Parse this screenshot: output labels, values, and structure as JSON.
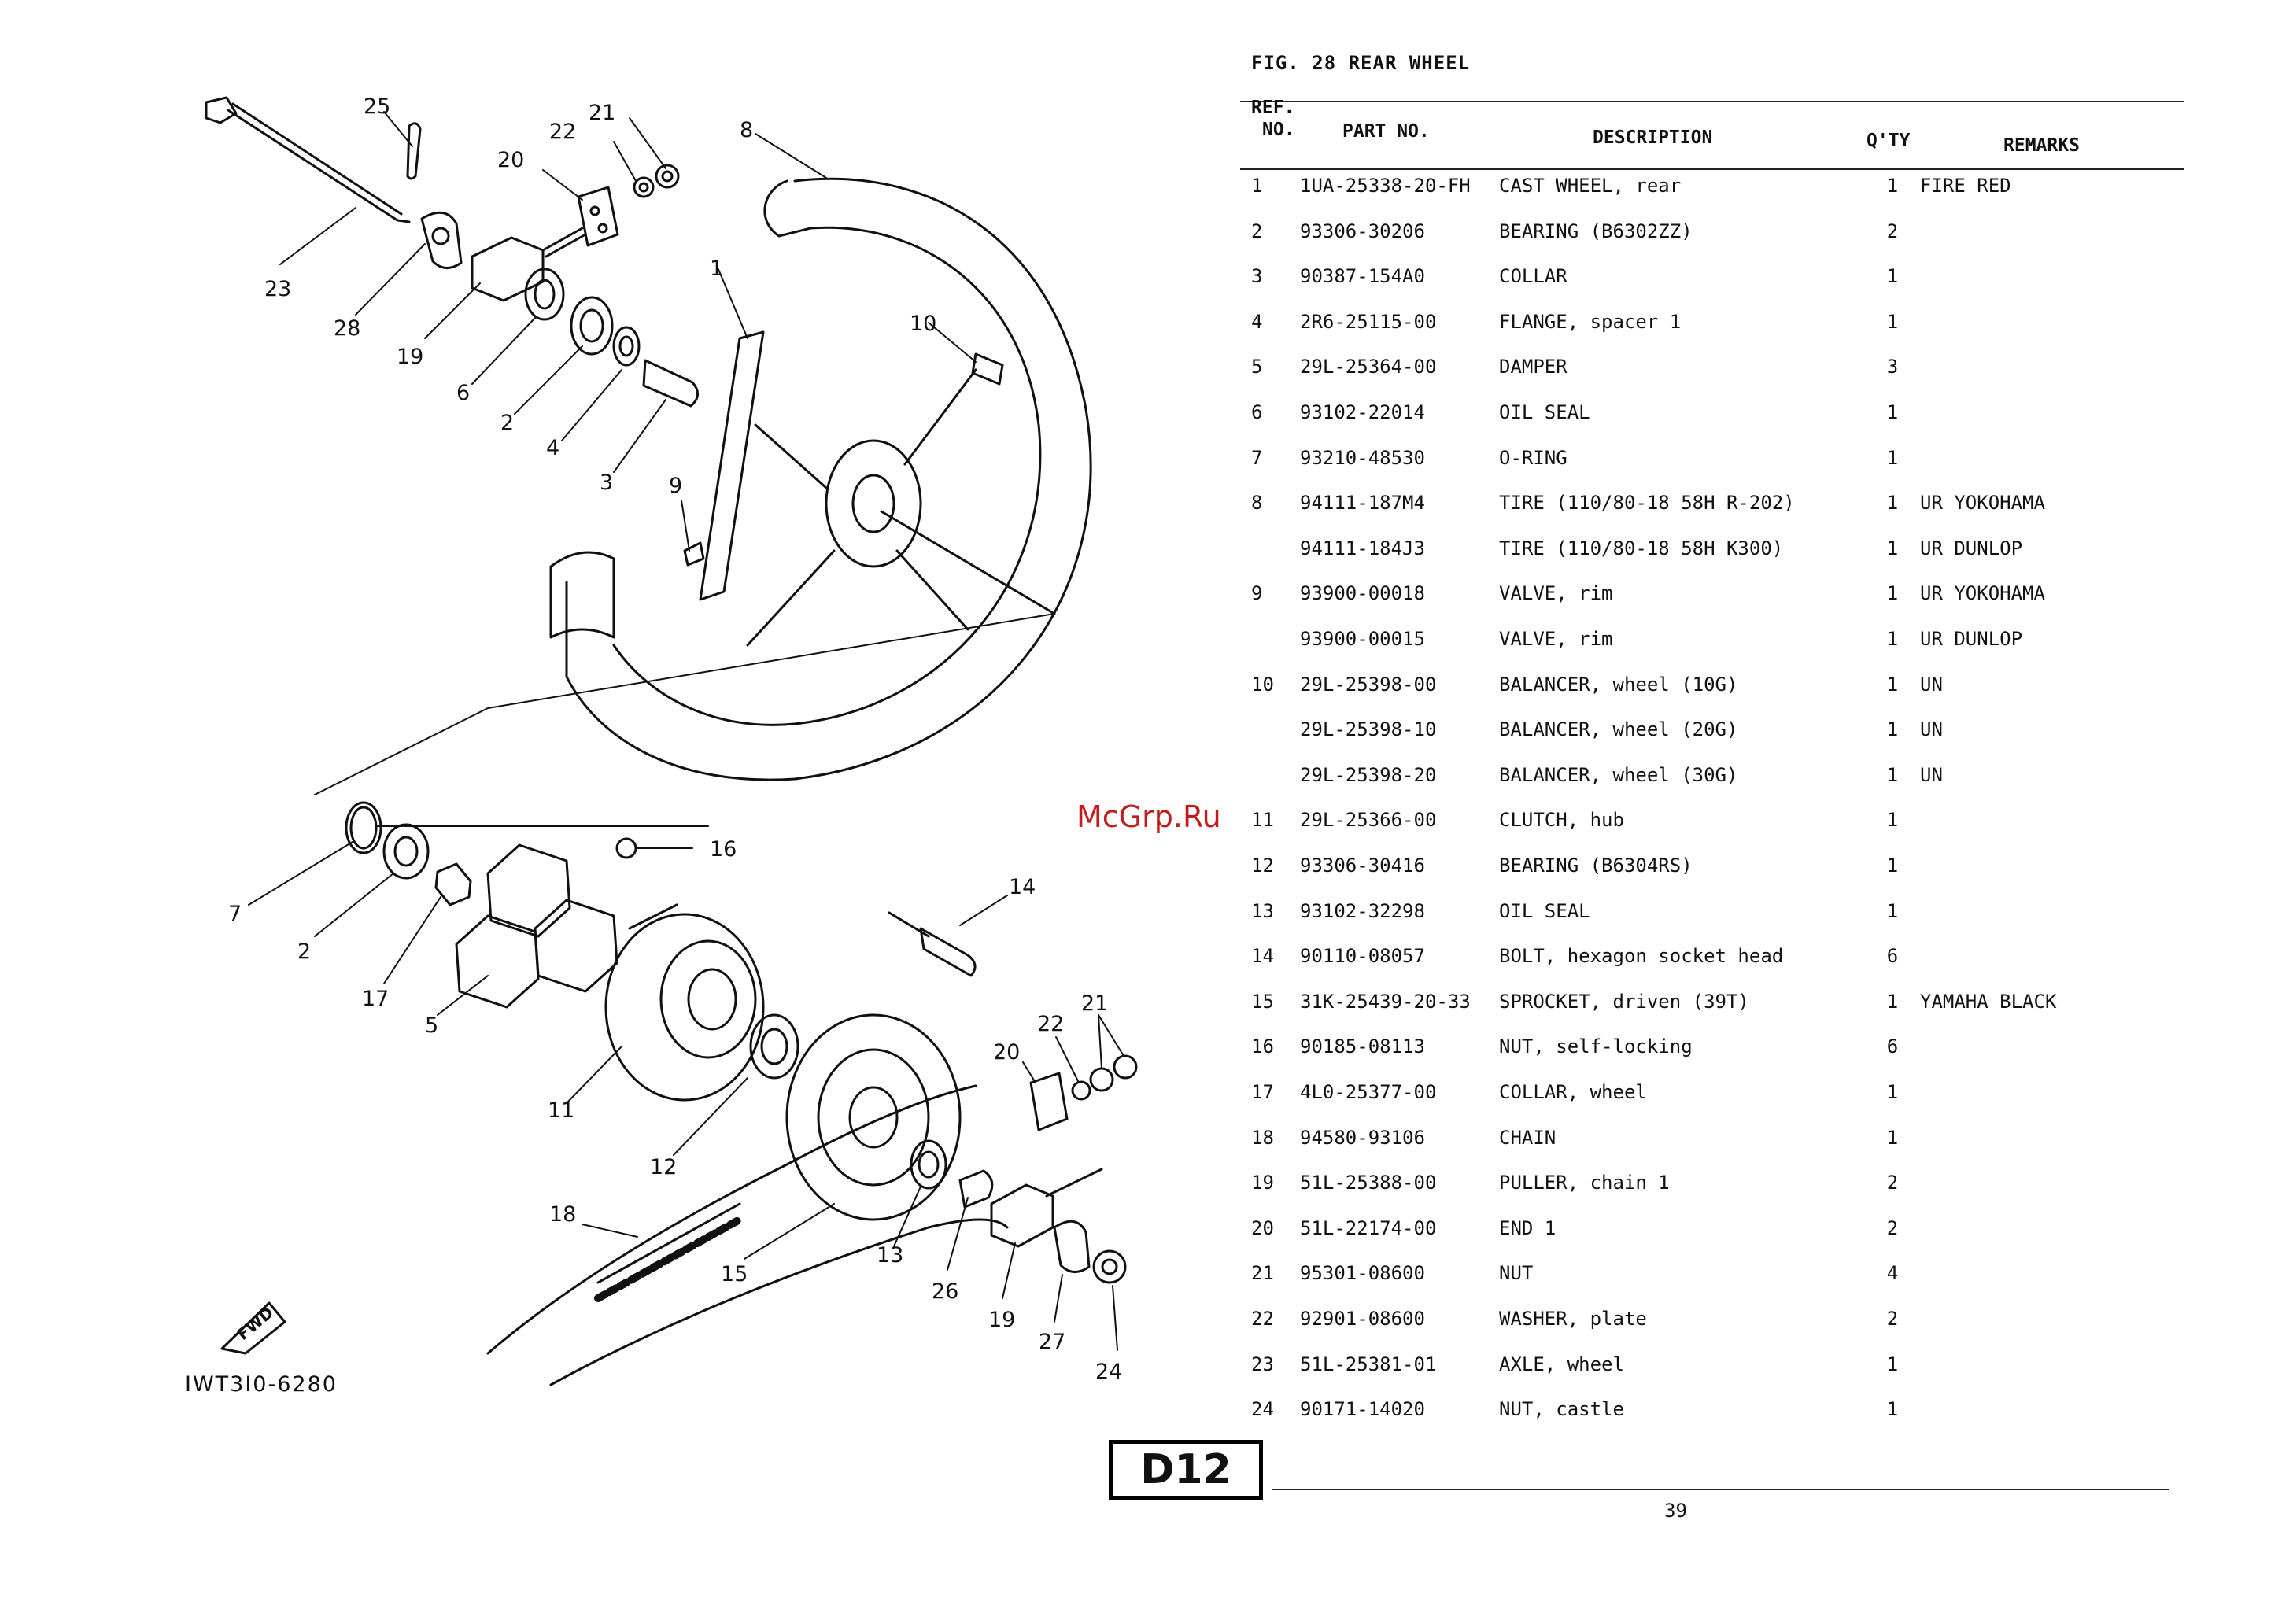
{
  "figure": {
    "title": "FIG. 28  REAR WHEEL",
    "diagram_code": "IWT3I0-6280",
    "fwd_label": "FWD",
    "page_badge": "D12",
    "page_number": "39",
    "watermark": "McGrp.Ru"
  },
  "callouts": [
    "1",
    "2",
    "3",
    "4",
    "5",
    "6",
    "7",
    "8",
    "9",
    "10",
    "11",
    "12",
    "13",
    "14",
    "15",
    "16",
    "17",
    "18",
    "19",
    "20",
    "21",
    "22",
    "23",
    "24",
    "25",
    "26",
    "27",
    "28"
  ],
  "table": {
    "headers": {
      "ref_line1": "REF.",
      "ref_line2": "NO.",
      "part_no": "PART NO.",
      "description": "DESCRIPTION",
      "qty": "Q'TY",
      "remarks": "REMARKS"
    },
    "rows": [
      {
        "ref": "1",
        "part": "1UA-25338-20-FH",
        "desc": "CAST WHEEL, rear",
        "qty": "1",
        "remarks": "FIRE RED"
      },
      {
        "ref": "2",
        "part": "93306-30206",
        "desc": "BEARING (B6302ZZ)",
        "qty": "2",
        "remarks": ""
      },
      {
        "ref": "3",
        "part": "90387-154A0",
        "desc": "COLLAR",
        "qty": "1",
        "remarks": ""
      },
      {
        "ref": "4",
        "part": "2R6-25115-00",
        "desc": "FLANGE, spacer 1",
        "qty": "1",
        "remarks": ""
      },
      {
        "ref": "5",
        "part": "29L-25364-00",
        "desc": "DAMPER",
        "qty": "3",
        "remarks": ""
      },
      {
        "ref": "6",
        "part": "93102-22014",
        "desc": "OIL SEAL",
        "qty": "1",
        "remarks": ""
      },
      {
        "ref": "7",
        "part": "93210-48530",
        "desc": "O-RING",
        "qty": "1",
        "remarks": ""
      },
      {
        "ref": "8",
        "part": "94111-187M4",
        "desc": "TIRE (110/80-18 58H R-202)",
        "qty": "1",
        "remarks": "UR YOKOHAMA"
      },
      {
        "ref": "",
        "part": "94111-184J3",
        "desc": "TIRE (110/80-18 58H K300)",
        "qty": "1",
        "remarks": "UR DUNLOP"
      },
      {
        "ref": "9",
        "part": "93900-00018",
        "desc": "VALVE, rim",
        "qty": "1",
        "remarks": "UR YOKOHAMA"
      },
      {
        "ref": "",
        "part": "93900-00015",
        "desc": "VALVE, rim",
        "qty": "1",
        "remarks": "UR DUNLOP"
      },
      {
        "ref": "10",
        "part": "29L-25398-00",
        "desc": "BALANCER, wheel (10G)",
        "qty": "1",
        "remarks": "UN"
      },
      {
        "ref": "",
        "part": "29L-25398-10",
        "desc": "BALANCER, wheel (20G)",
        "qty": "1",
        "remarks": "UN"
      },
      {
        "ref": "",
        "part": "29L-25398-20",
        "desc": "BALANCER, wheel (30G)",
        "qty": "1",
        "remarks": "UN"
      },
      {
        "ref": "11",
        "part": "29L-25366-00",
        "desc": "CLUTCH, hub",
        "qty": "1",
        "remarks": ""
      },
      {
        "ref": "12",
        "part": "93306-30416",
        "desc": "BEARING (B6304RS)",
        "qty": "1",
        "remarks": ""
      },
      {
        "ref": "13",
        "part": "93102-32298",
        "desc": "OIL SEAL",
        "qty": "1",
        "remarks": ""
      },
      {
        "ref": "14",
        "part": "90110-08057",
        "desc": "BOLT, hexagon socket head",
        "qty": "6",
        "remarks": ""
      },
      {
        "ref": "15",
        "part": "31K-25439-20-33",
        "desc": "SPROCKET, driven (39T)",
        "qty": "1",
        "remarks": "YAMAHA BLACK"
      },
      {
        "ref": "16",
        "part": "90185-08113",
        "desc": "NUT, self-locking",
        "qty": "6",
        "remarks": ""
      },
      {
        "ref": "17",
        "part": "4L0-25377-00",
        "desc": "COLLAR, wheel",
        "qty": "1",
        "remarks": ""
      },
      {
        "ref": "18",
        "part": "94580-93106",
        "desc": "CHAIN",
        "qty": "1",
        "remarks": ""
      },
      {
        "ref": "19",
        "part": "51L-25388-00",
        "desc": "PULLER, chain 1",
        "qty": "2",
        "remarks": ""
      },
      {
        "ref": "20",
        "part": "51L-22174-00",
        "desc": "END 1",
        "qty": "2",
        "remarks": ""
      },
      {
        "ref": "21",
        "part": "95301-08600",
        "desc": "NUT",
        "qty": "4",
        "remarks": ""
      },
      {
        "ref": "22",
        "part": "92901-08600",
        "desc": "WASHER, plate",
        "qty": "2",
        "remarks": ""
      },
      {
        "ref": "23",
        "part": "51L-25381-01",
        "desc": "AXLE, wheel",
        "qty": "1",
        "remarks": ""
      },
      {
        "ref": "24",
        "part": "90171-14020",
        "desc": "NUT, castle",
        "qty": "1",
        "remarks": ""
      }
    ]
  }
}
